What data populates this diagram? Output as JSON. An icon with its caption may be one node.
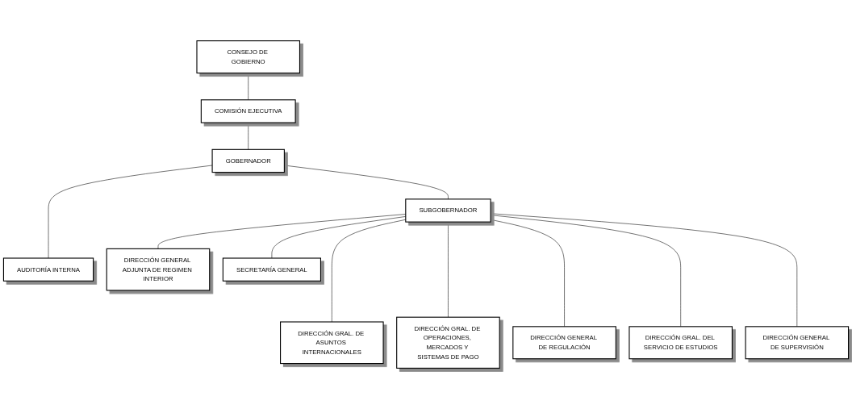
{
  "diagram": {
    "nodes": [
      {
        "text": [
          "CONSEJO DE GOBIERNO"
        ]
      },
      {
        "text": [
          "COMISIÓN EJECUTIVA"
        ]
      },
      {
        "text": [
          "GOBERNADOR"
        ]
      },
      {
        "text": [
          "AUDITORÍA INTERNA"
        ]
      },
      {
        "text": [
          "DIRECCIÓN GENERAL ADJUNTA DE REGIMEN INTERIOR"
        ]
      },
      {
        "text": [
          "SUBGOBERNADOR"
        ]
      },
      {
        "text": [
          "SECRETARÍA GENERAL"
        ]
      },
      {
        "text": [
          "DIRECCIÓN GRAL. DE ASUNTOS INTERNACIONALES"
        ]
      },
      {
        "text": [
          "DIRECCIÓN GRAL. DE OPERACIONES, MERCADOS Y SISTEMAS DE PAGO"
        ]
      },
      {
        "text": [
          "DIRECCIÓN GENERAL DE REGULACIÓN"
        ]
      },
      {
        "text": [
          "DIRECCIÓN GRAL. DEL SERVICIO DE ESTUDIOS"
        ]
      },
      {
        "text": [
          "DIRECCIÓN GENERAL DE SUPERVISIÓN"
        ]
      }
    ],
    "edges": [
      {
        "from": 0,
        "to": 1,
        "arrow": "none"
      },
      {
        "from": 1,
        "to": 2,
        "arrow": "none"
      },
      {
        "from": 2,
        "to": 3,
        "arrow": "none"
      },
      {
        "from": 2,
        "to": 5,
        "arrow": "none"
      },
      {
        "from": 5,
        "to": 4,
        "arrow": "none"
      },
      {
        "from": 5,
        "to": 6,
        "arrow": "none"
      },
      {
        "from": 5,
        "to": 7,
        "arrow": "none"
      },
      {
        "from": 5,
        "to": 8,
        "arrow": "none"
      },
      {
        "from": 5,
        "to": 9,
        "arrow": "none"
      },
      {
        "from": 5,
        "to": 10,
        "arrow": "none"
      },
      {
        "from": 5,
        "to": 11,
        "arrow": "none"
      }
    ]
  }
}
